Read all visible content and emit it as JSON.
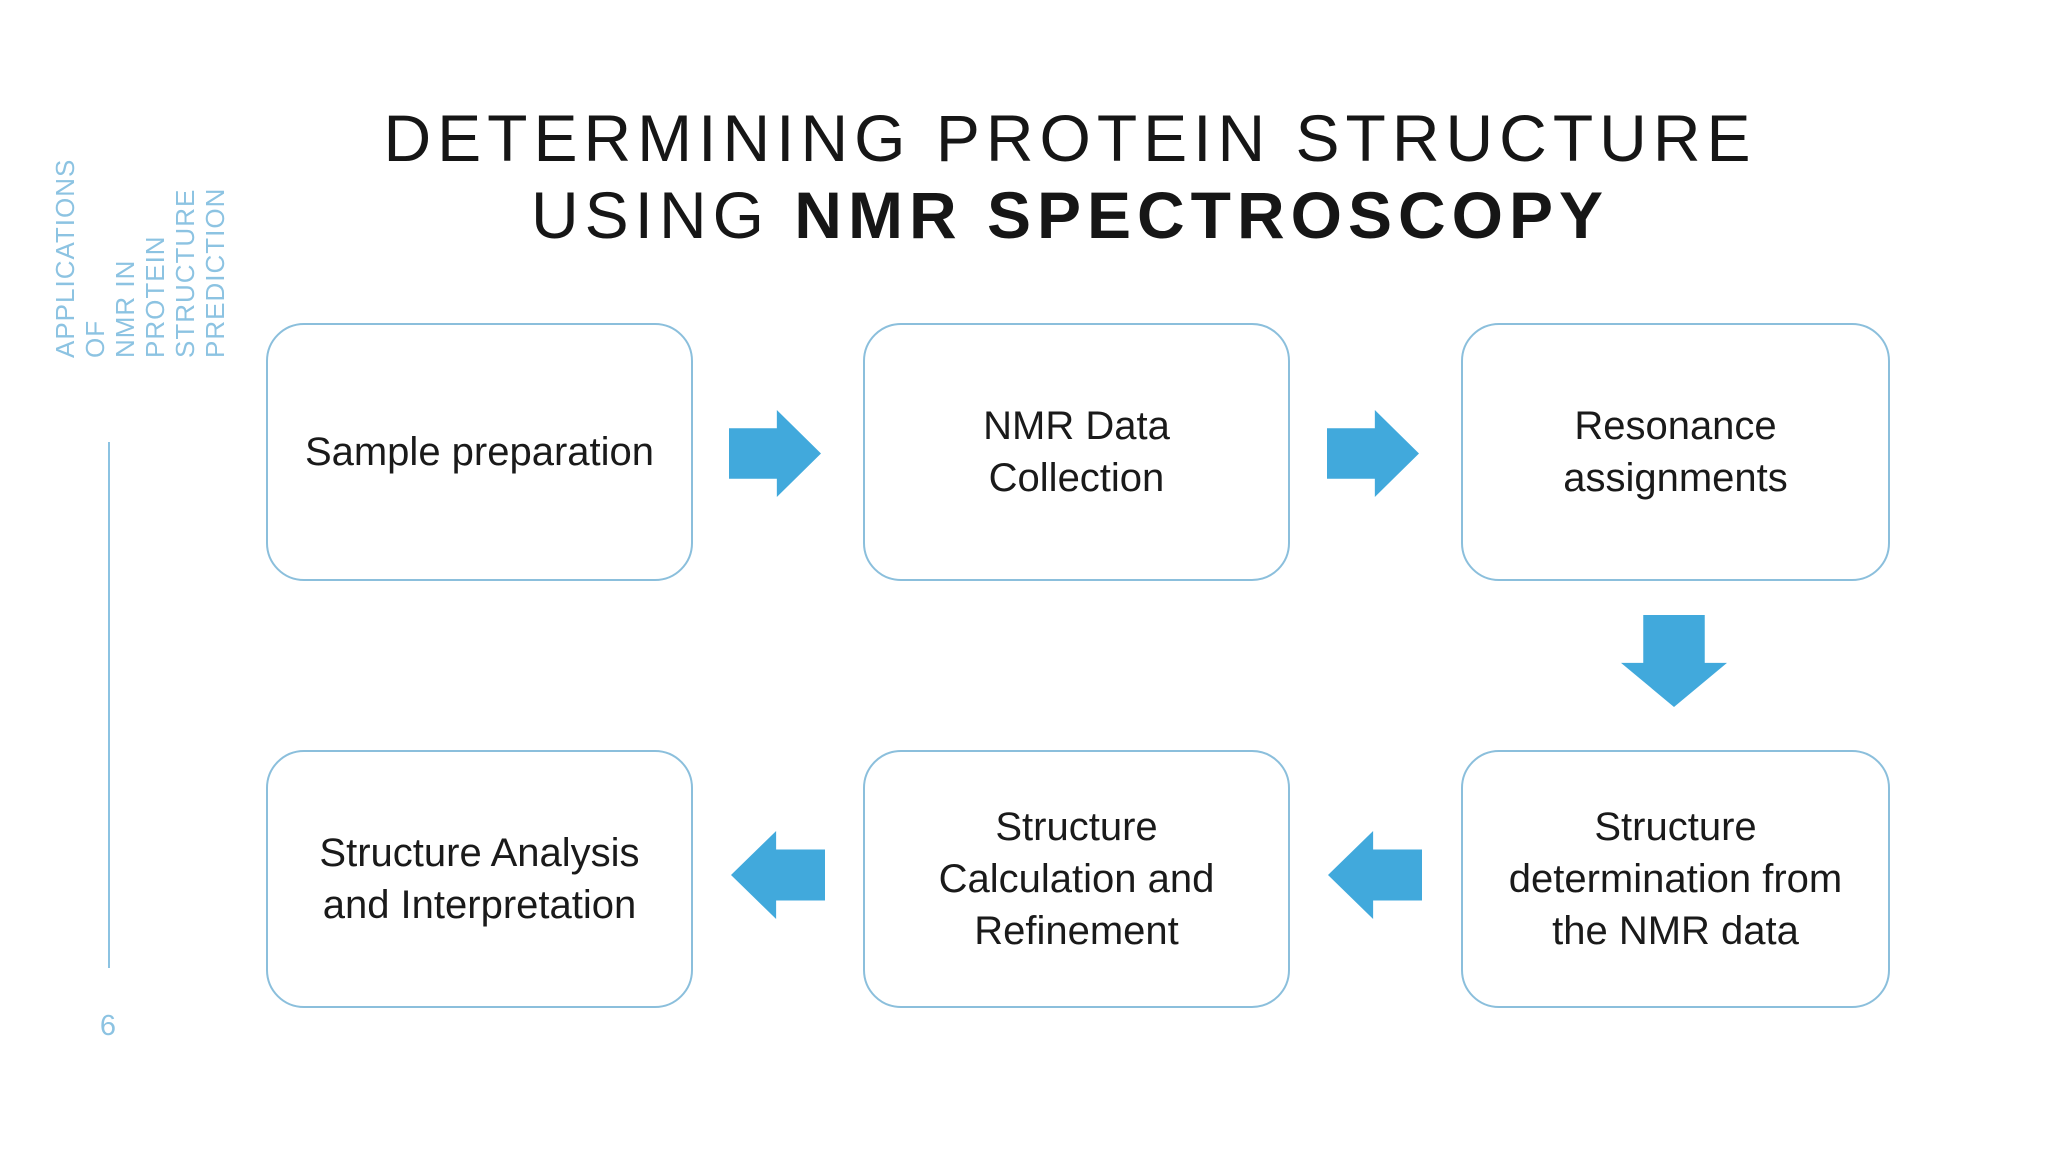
{
  "slide": {
    "sidebar_label": "APPLICATIONS OF\nNMR IN PROTEIN\nSTRUCTURE\nPREDICTION",
    "page_number": "6",
    "title_line1": "DETERMINING PROTEIN STRUCTURE",
    "title_line2_regular": "USING ",
    "title_line2_bold": "NMR SPECTROSCOPY"
  },
  "palette": {
    "accent_blue": "#41A9DC",
    "light_blue": "#8CC3E2",
    "box_border_blue": "#8BBFDC",
    "text_black": "#161616",
    "background": "#FFFFFF"
  },
  "flow": {
    "boxes": [
      {
        "id": "sample-preparation",
        "label": "Sample preparation"
      },
      {
        "id": "nmr-data-collection",
        "label": "NMR Data\nCollection"
      },
      {
        "id": "resonance-assignments",
        "label": "Resonance\nassignments"
      },
      {
        "id": "structure-determination",
        "label": "Structure\ndetermination from\nthe NMR data"
      },
      {
        "id": "structure-calculation",
        "label": "Structure\nCalculation and\nRefinement"
      },
      {
        "id": "structure-analysis",
        "label": "Structure Analysis\nand Interpretation"
      }
    ],
    "arrows": [
      {
        "direction": "right"
      },
      {
        "direction": "right"
      },
      {
        "direction": "down"
      },
      {
        "direction": "left"
      },
      {
        "direction": "left"
      }
    ]
  }
}
